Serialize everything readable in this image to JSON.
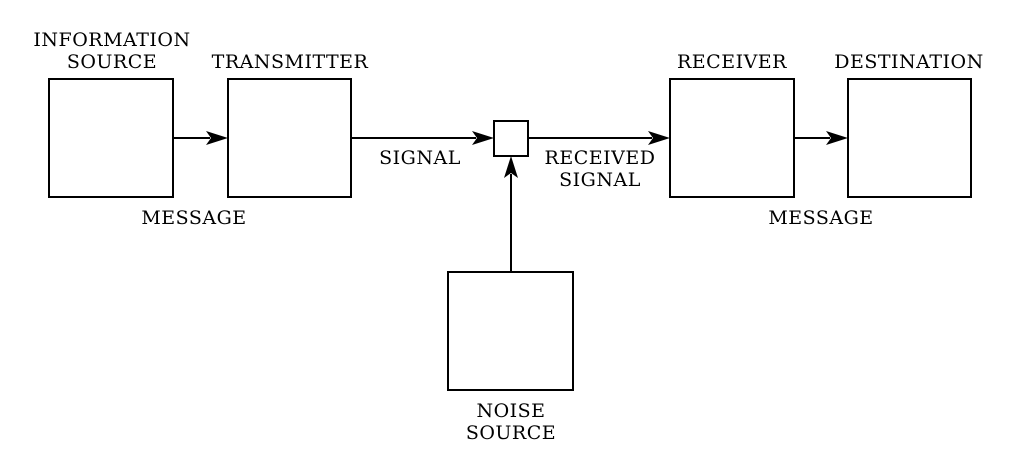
{
  "blocks": {
    "information_source": {
      "line1": "INFORMATION",
      "line2": "SOURCE"
    },
    "transmitter": {
      "label": "TRANSMITTER"
    },
    "receiver": {
      "label": "RECEIVER"
    },
    "destination": {
      "label": "DESTINATION"
    },
    "noise_source": {
      "line1": "NOISE",
      "line2": "SOURCE"
    }
  },
  "links": {
    "message_in": "MESSAGE",
    "signal": "SIGNAL",
    "received_signal_line1": "RECEIVED",
    "received_signal_line2": "SIGNAL",
    "message_out": "MESSAGE"
  }
}
